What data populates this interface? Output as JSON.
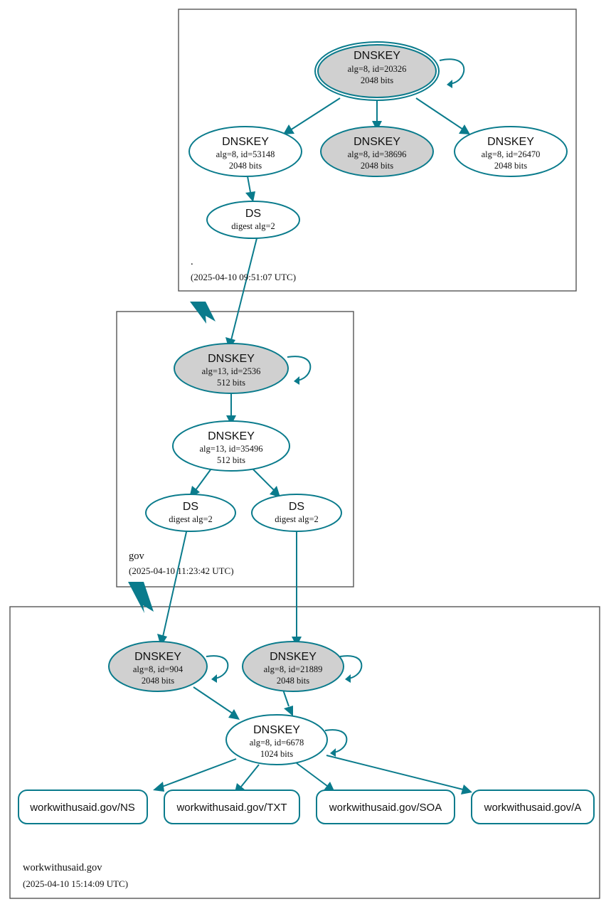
{
  "diagram": {
    "type": "dnssec-authentication-chain",
    "target": "workwithusaid.gov",
    "accent_color": "#0a7b8c",
    "secure_fill_color": "#d0d0d0",
    "insecure_fill_color": "#ffffff",
    "box_stroke_color": "#555555"
  },
  "zones": [
    {
      "id": "root",
      "name": ".",
      "timestamp": "(2025-04-10 09:51:07 UTC)"
    },
    {
      "id": "gov",
      "name": "gov",
      "timestamp": "(2025-04-10 11:23:42 UTC)"
    },
    {
      "id": "workwithusaid",
      "name": "workwithusaid.gov",
      "timestamp": "(2025-04-10 15:14:09 UTC)"
    }
  ],
  "nodes": {
    "root_ksk": {
      "title": "DNSKEY",
      "line2": "alg=8, id=20326",
      "line3": "2048 bits"
    },
    "root_zsk_53148": {
      "title": "DNSKEY",
      "line2": "alg=8, id=53148",
      "line3": "2048 bits"
    },
    "root_zsk_38696": {
      "title": "DNSKEY",
      "line2": "alg=8, id=38696",
      "line3": "2048 bits"
    },
    "root_zsk_26470": {
      "title": "DNSKEY",
      "line2": "alg=8, id=26470",
      "line3": "2048 bits"
    },
    "root_ds": {
      "title": "DS",
      "line2": "digest alg=2"
    },
    "gov_ksk_2536": {
      "title": "DNSKEY",
      "line2": "alg=13, id=2536",
      "line3": "512 bits"
    },
    "gov_zsk_35496": {
      "title": "DNSKEY",
      "line2": "alg=13, id=35496",
      "line3": "512 bits"
    },
    "gov_ds_left": {
      "title": "DS",
      "line2": "digest alg=2"
    },
    "gov_ds_right": {
      "title": "DS",
      "line2": "digest alg=2"
    },
    "z_ksk_904": {
      "title": "DNSKEY",
      "line2": "alg=8, id=904",
      "line3": "2048 bits"
    },
    "z_ksk_21889": {
      "title": "DNSKEY",
      "line2": "alg=8, id=21889",
      "line3": "2048 bits"
    },
    "z_zsk_6678": {
      "title": "DNSKEY",
      "line2": "alg=8, id=6678",
      "line3": "1024 bits"
    }
  },
  "rrsets": [
    {
      "id": "ns",
      "label": "workwithusaid.gov/NS"
    },
    {
      "id": "txt",
      "label": "workwithusaid.gov/TXT"
    },
    {
      "id": "soa",
      "label": "workwithusaid.gov/SOA"
    },
    {
      "id": "a",
      "label": "workwithusaid.gov/A"
    }
  ]
}
